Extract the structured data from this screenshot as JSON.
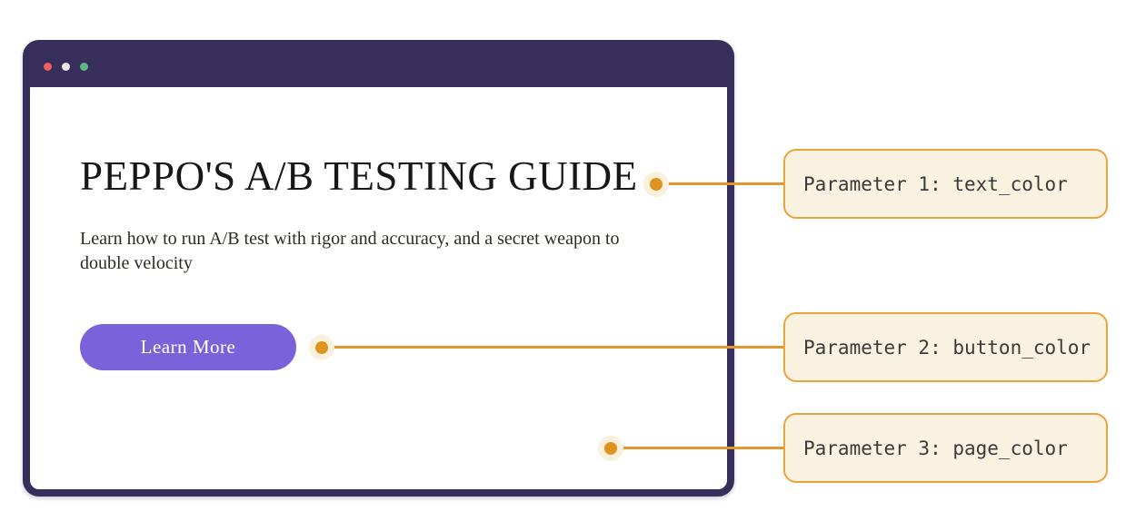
{
  "window": {
    "title": "PEPPO'S A/B TESTING GUIDE",
    "subtitle": "Learn how to run A/B test with rigor and accuracy, and a secret weapon to double velocity",
    "button_label": "Learn More",
    "traffic_lights": [
      "close",
      "minimize",
      "maximize"
    ]
  },
  "annotations": [
    {
      "label": "Parameter 1: text_color"
    },
    {
      "label": "Parameter 2: button_color"
    },
    {
      "label": "Parameter 3: page_color"
    }
  ],
  "colors": {
    "frame": "#382e5c",
    "button": "#7a63da",
    "page": "#ffffff",
    "line_orange": "#e2982c",
    "dot_orange": "#df9422",
    "callout_border": "#e9a43c",
    "callout_bg": "#faf2e0",
    "halo": "#faf0dc",
    "tl_red": "#ef5e5e",
    "tl_gray": "#e9e7e4",
    "tl_green": "#5fb586",
    "title_text": "#171717",
    "body_text": "#2e2a24",
    "callout_text": "#3a3a3a"
  }
}
